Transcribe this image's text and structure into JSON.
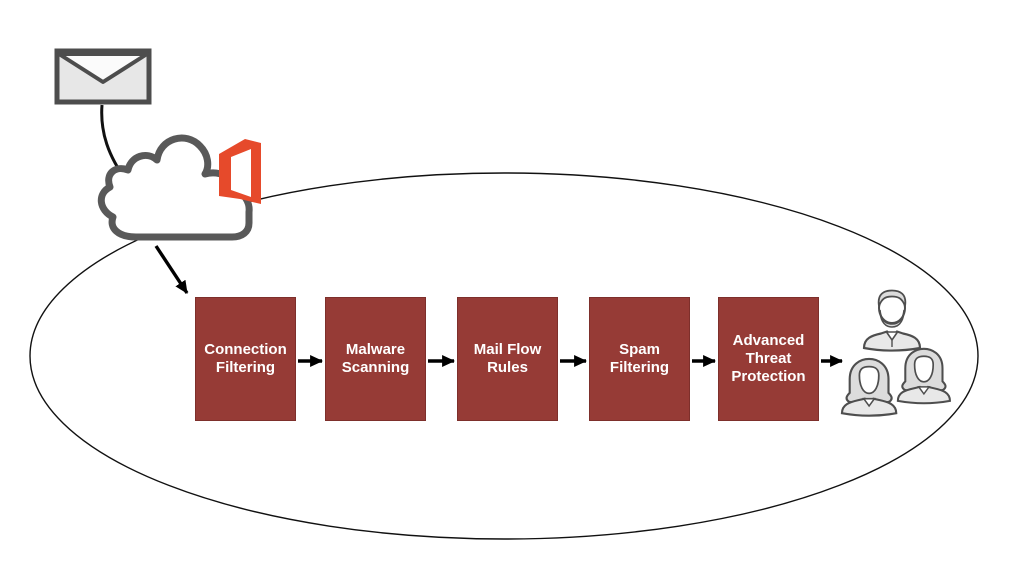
{
  "diagram": {
    "type": "email-protection-flow",
    "background": "#FFFFFF"
  },
  "flow": {
    "steps": [
      {
        "id": "connection-filtering",
        "label": "Connection Filtering"
      },
      {
        "id": "malware-scanning",
        "label": "Malware Scanning"
      },
      {
        "id": "mail-flow-rules",
        "label": "Mail Flow Rules"
      },
      {
        "id": "spam-filtering",
        "label": "Spam Filtering"
      },
      {
        "id": "advanced-threat-protection",
        "label": "Advanced Threat Protection"
      }
    ]
  },
  "icons": {
    "envelope": "envelope-icon",
    "cloud": "office365-cloud-icon",
    "office_logo": "office-logo-icon",
    "recipients": "recipients-group-icon",
    "recipient_man": "recipient-man-icon",
    "recipient_woman": "recipient-woman-icon"
  },
  "colors": {
    "step_fill": "#963B36",
    "step_border": "#7D2F2B",
    "step_text": "#FFFFFF",
    "office_logo_red": "#E64A2B",
    "icon_outline_gray": "#595959",
    "icon_fill_gray": "#E6E6E6",
    "arrow_black": "#000000"
  }
}
